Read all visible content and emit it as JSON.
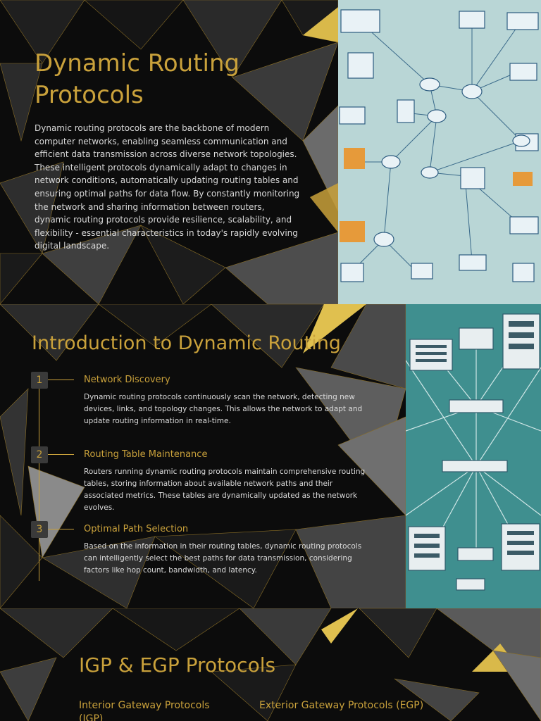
{
  "slide1": {
    "title": "Dynamic Routing Protocols",
    "body": "Dynamic routing protocols are the backbone of modern computer networks, enabling seamless communication and efficient data transmission across diverse network topologies. These intelligent protocols dynamically adapt to changes in network conditions, automatically updating routing tables and ensuring optimal paths for data flow. By constantly monitoring the network and sharing information between routers, dynamic routing protocols provide resilience, scalability, and flexibility - essential characteristics in today's rapidly evolving digital landscape."
  },
  "slide2": {
    "title": "Introduction to Dynamic Routing",
    "steps": [
      {
        "number": "1",
        "title": "Network Discovery",
        "desc": "Dynamic routing protocols continuously scan the network, detecting new devices, links, and topology changes. This allows the network to adapt and update routing information in real-time."
      },
      {
        "number": "2",
        "title": "Routing Table Maintenance",
        "desc": "Routers running dynamic routing protocols maintain comprehensive routing tables, storing information about available network paths and their associated metrics. These tables are dynamically updated as the network evolves."
      },
      {
        "number": "3",
        "title": "Optimal Path Selection",
        "desc": "Based on the information in their routing tables, dynamic routing protocols can intelligently select the best paths for data transmission, considering factors like hop count, bandwidth, and latency."
      }
    ]
  },
  "slide3": {
    "title": "IGP & EGP Protocols",
    "col1": "Interior Gateway Protocols (IGP)",
    "col2": "Exterior Gateway Protocols (EGP)"
  },
  "colors": {
    "accent": "#c9a13b",
    "background": "#0a0a0a",
    "diagram1_bg": "#b9d6d6",
    "diagram2_bg": "#3f8f8f"
  }
}
